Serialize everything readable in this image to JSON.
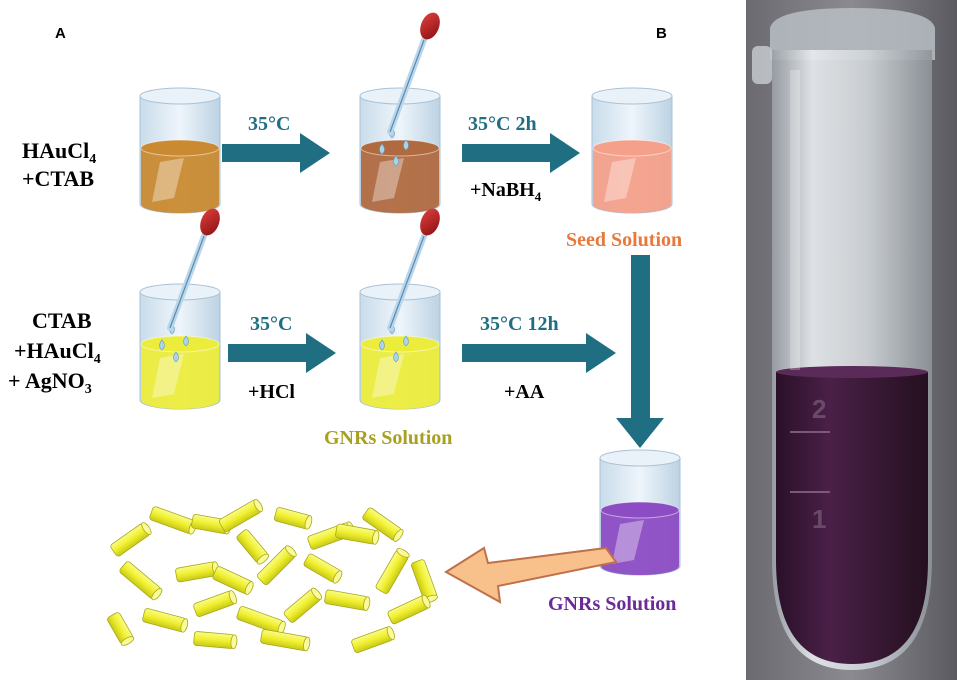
{
  "panel_labels": {
    "a": "A",
    "b": "B"
  },
  "reagents": {
    "seed_input": {
      "line1_main": "HAuCl",
      "line1_sub": "4",
      "line2": "+CTAB"
    },
    "growth_input": {
      "line1": "CTAB",
      "line2_main": "+HAuCl",
      "line2_sub": "4",
      "line3_main": "+ AgNO",
      "line3_sub": "3"
    }
  },
  "conditions": {
    "step1_top": "35°C",
    "step2_top": "35°C 2h",
    "step2_bottom_main": "+NaBH",
    "step2_bottom_sub": "4",
    "step3_top": "35°C",
    "step3_bottom": "+HCl",
    "step4_top": "35°C 12h",
    "step4_bottom": "+AA"
  },
  "solution_labels": {
    "seed": "Seed Solution",
    "growth": "GNRs Solution",
    "final": "GNRs Solution"
  },
  "tube_markings": {
    "upper": "2",
    "lower": "1"
  },
  "colors": {
    "arrow": "#1f6e82",
    "seed_label": "#e8793b",
    "growth_label": "#a8a020",
    "final_label": "#6a2a9a",
    "liquid_gold": "#c98a32",
    "liquid_brown": "#b06a40",
    "liquid_seed": "#f4a08a",
    "liquid_yellow": "#ecec3c",
    "liquid_purple": "#8c4cc4",
    "rod": "#f0f030",
    "tube_liquid": "#3a1838"
  }
}
